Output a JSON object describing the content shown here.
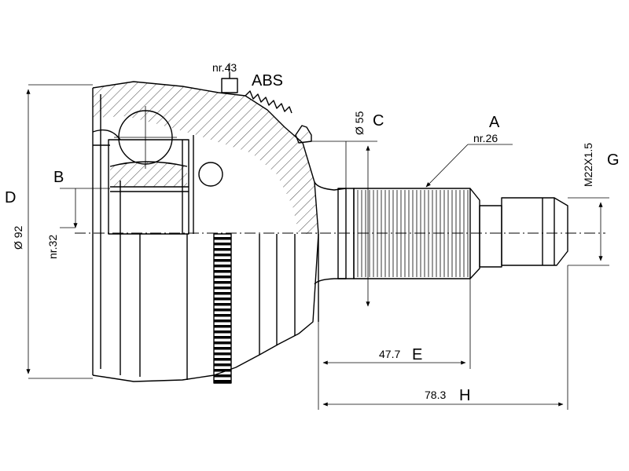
{
  "diagram": {
    "labels": {
      "abs": "ABS",
      "nr43": "nr.43",
      "nr26": "nr.26",
      "nr32": "nr.32",
      "a": "A",
      "b": "B",
      "c": "C",
      "d": "D",
      "e": "E",
      "g": "G",
      "h": "H",
      "dia55": "Ø 55",
      "dia92": "Ø 92",
      "thread": "M22X1.5",
      "len_e": "47.7",
      "len_h": "78.3"
    }
  }
}
